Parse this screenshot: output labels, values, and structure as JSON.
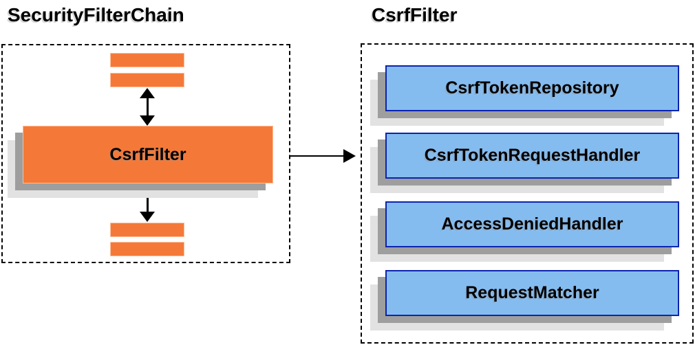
{
  "diagram": {
    "left_panel": {
      "title": "SecurityFilterChain",
      "filter_box_label": "CsrfFilter"
    },
    "right_panel": {
      "title": "CsrfFilter",
      "components": [
        "CsrfTokenRepository",
        "CsrfTokenRequestHandler",
        "AccessDeniedHandler",
        "RequestMatcher"
      ]
    }
  },
  "icons": {
    "bidirectional_arrow": "↕",
    "flow_arrow": "→"
  },
  "colors": {
    "orange_fill": "#F47938",
    "orange_border": "#FFBE9A",
    "blue_fill": "#85BCF0",
    "blue_border": "#0B23B0",
    "shadow_dark": "#9E9E9E",
    "shadow_light": "#E2E2E2",
    "line": "#000000",
    "bg": "#FFFFFF"
  }
}
